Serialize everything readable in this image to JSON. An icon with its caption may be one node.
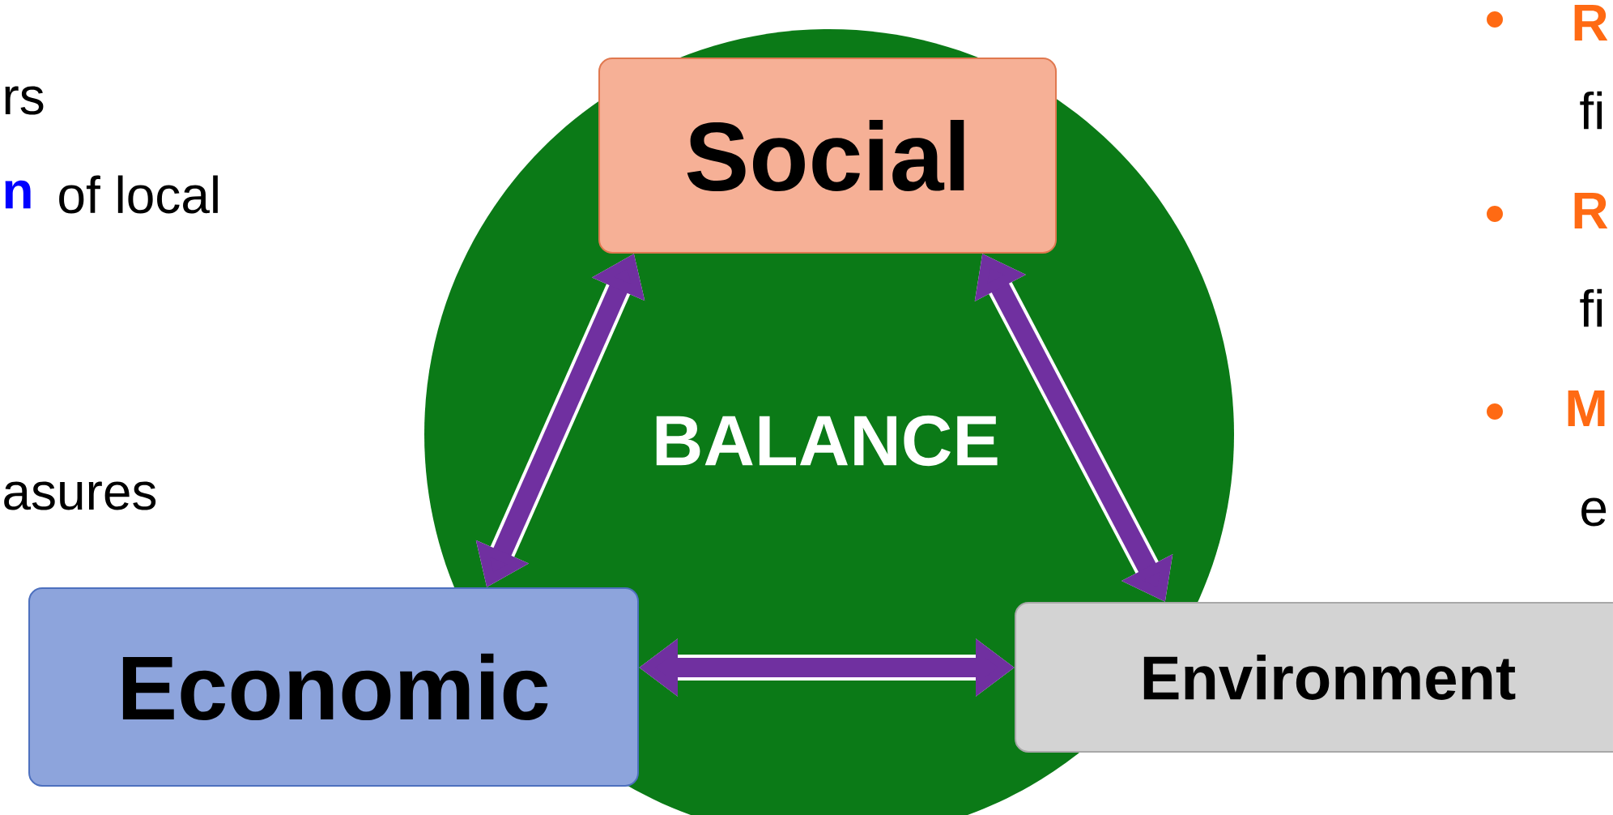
{
  "diagram": {
    "nodes": [
      {
        "text": [
          "BALANCE"
        ]
      },
      {
        "text": [
          "Social"
        ]
      },
      {
        "text": [
          "Economic"
        ]
      },
      {
        "text": [
          "Environment"
        ]
      }
    ],
    "edges": [
      {
        "from": 1,
        "to": 2,
        "arrow": "both"
      },
      {
        "from": 1,
        "to": 3,
        "arrow": "both"
      },
      {
        "from": 2,
        "to": 3,
        "arrow": "both"
      }
    ],
    "labels": [
      "R",
      "rs",
      "fi",
      "n",
      "of local",
      "R",
      "fi",
      "M",
      "asures",
      "e"
    ]
  }
}
